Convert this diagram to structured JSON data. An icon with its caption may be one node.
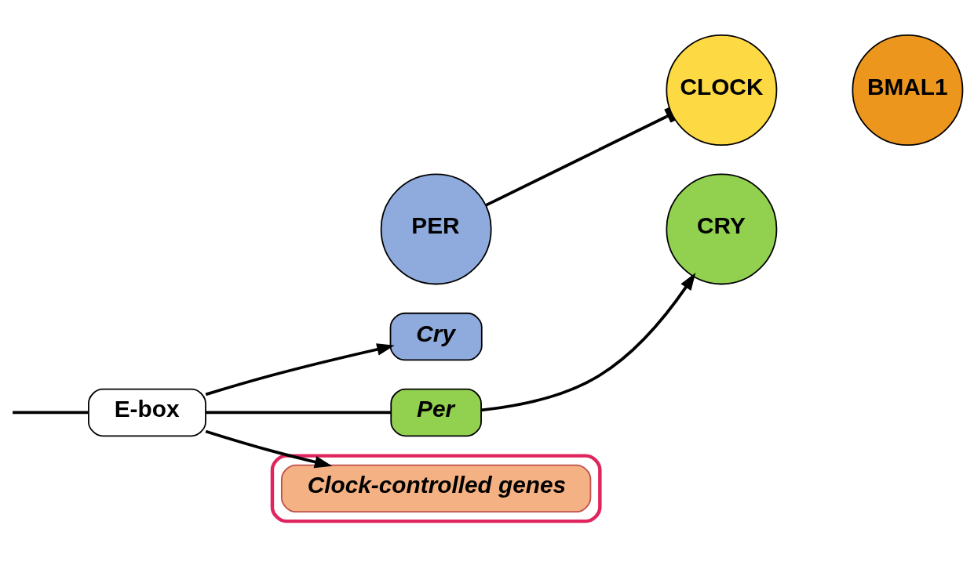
{
  "diagram": {
    "nodes": [
      {
        "text": [
          "PER"
        ]
      },
      {
        "text": [
          "CRY"
        ]
      },
      {
        "text": [
          "CLOCK"
        ]
      },
      {
        "text": [
          "BMAL1"
        ]
      },
      {
        "text": [
          "E-box"
        ]
      },
      {
        "text": [
          "Cry"
        ]
      },
      {
        "text": [
          "Per"
        ]
      },
      {
        "text": [
          "Clock-controlled genes"
        ],
        "in": 8
      },
      {
        "text": [],
        "shape": "ellipse"
      }
    ],
    "edges": [
      {
        "from": 0,
        "to": 2,
        "arrow": "other"
      },
      {
        "from": null,
        "to": 4,
        "arrow": "none"
      },
      {
        "from": 4,
        "to": 5,
        "arrow": "to"
      },
      {
        "from": 4,
        "to": 6,
        "arrow": "none"
      },
      {
        "from": 4,
        "to": 7,
        "arrow": "to"
      },
      {
        "from": 6,
        "to": 1,
        "arrow": "to"
      }
    ]
  }
}
